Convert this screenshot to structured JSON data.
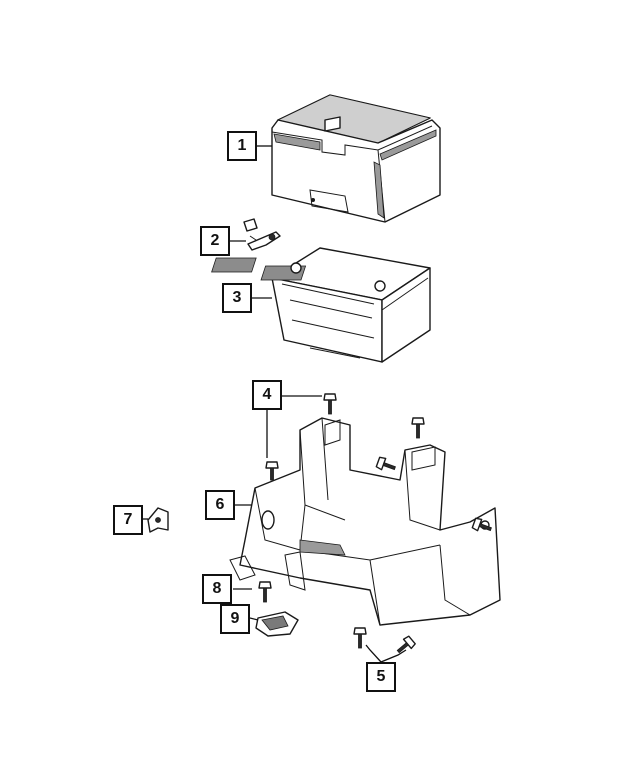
{
  "callouts": [
    {
      "id": "1",
      "label": "1",
      "part": "cover"
    },
    {
      "id": "2",
      "label": "2",
      "part": "hold-down-clamp"
    },
    {
      "id": "3",
      "label": "3",
      "part": "battery"
    },
    {
      "id": "4",
      "label": "4",
      "part": "tray-bolts"
    },
    {
      "id": "5",
      "label": "5",
      "part": "lower-bolts"
    },
    {
      "id": "6",
      "label": "6",
      "part": "battery-tray"
    },
    {
      "id": "7",
      "label": "7",
      "part": "bracket"
    },
    {
      "id": "8",
      "label": "8",
      "part": "bolt"
    },
    {
      "id": "9",
      "label": "9",
      "part": "nut-cap"
    }
  ]
}
